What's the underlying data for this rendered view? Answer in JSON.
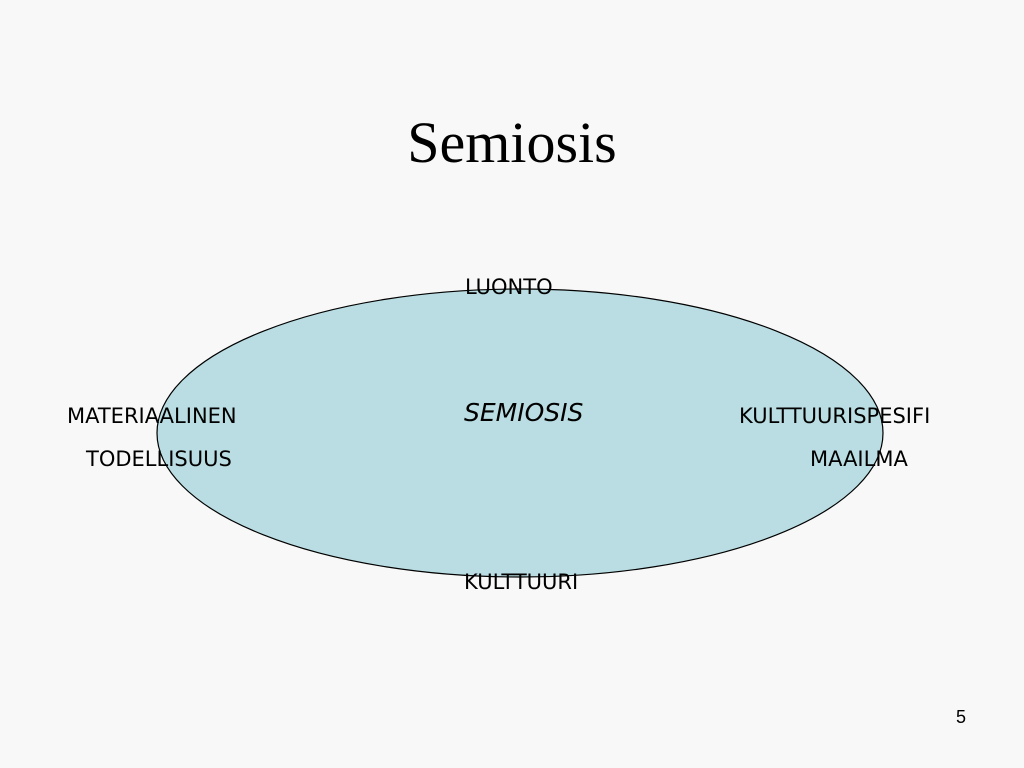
{
  "slide": {
    "title": "Semiosis",
    "page_number": "5",
    "background_color": "#f8f8f8"
  },
  "diagram": {
    "ellipse_fill": "#b9dde2",
    "ellipse_stroke": "#000000",
    "top_label": "LUONTO",
    "center_label": "SEMIOSIS",
    "bottom_label": "KULTTUURI",
    "left_label_line1": "MATERIAALINEN",
    "left_label_line2": "TODELLISUUS",
    "right_label_line1": "KULTTUURISPESIFI",
    "right_label_line2": "MAAILMA"
  }
}
